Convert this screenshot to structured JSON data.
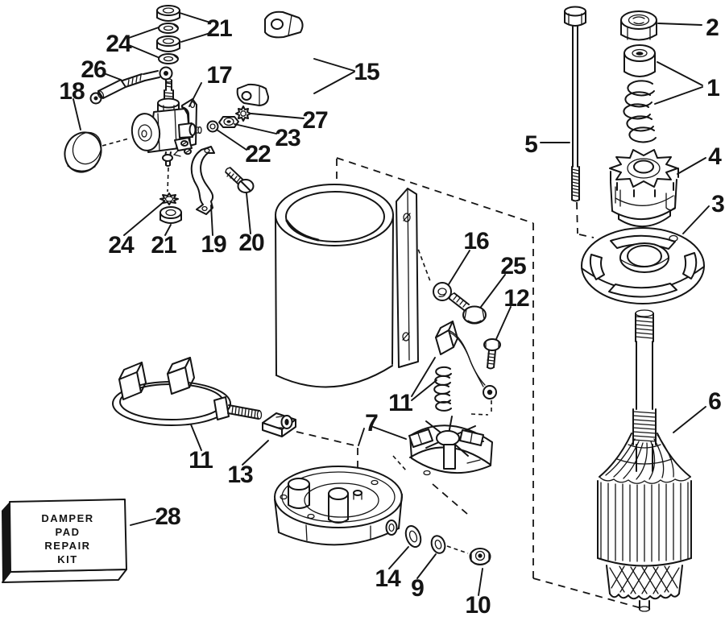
{
  "page": {
    "background": "#ffffff",
    "ink": "#141414"
  },
  "diagram": {
    "kind": "exploded-parts-line-drawing",
    "subject": "electric starter motor assembly",
    "callouts": [
      {
        "id": "nuts-top",
        "label": "21"
      },
      {
        "id": "lockwashers-top",
        "label": "24"
      },
      {
        "id": "terminal-link",
        "label": "26"
      },
      {
        "id": "solenoid",
        "label": "17"
      },
      {
        "id": "rubber-boot",
        "label": "18"
      },
      {
        "id": "cable-strap",
        "label": "15"
      },
      {
        "id": "star-washer",
        "label": "27"
      },
      {
        "id": "hex-nut-small",
        "label": "23"
      },
      {
        "id": "flat-washer-small",
        "label": "22"
      },
      {
        "id": "pinion-nut",
        "label": "2"
      },
      {
        "id": "spacer-and-spring",
        "label": "1"
      },
      {
        "id": "through-bolt",
        "label": "5"
      },
      {
        "id": "pinion-gear",
        "label": "4"
      },
      {
        "id": "spacer-plate",
        "label": "3"
      },
      {
        "id": "washer-16",
        "label": "16"
      },
      {
        "id": "screw-25",
        "label": "25"
      },
      {
        "id": "screw-12",
        "label": "12"
      },
      {
        "id": "armature",
        "label": "6"
      },
      {
        "id": "brush-and-spring",
        "label": "11"
      },
      {
        "id": "lockwasher-bottom",
        "label": "24"
      },
      {
        "id": "nut-bottom",
        "label": "21"
      },
      {
        "id": "bracket-strap",
        "label": "19"
      },
      {
        "id": "screw-20",
        "label": "20"
      },
      {
        "id": "brush-ring-set",
        "label": "11"
      },
      {
        "id": "clamp",
        "label": "13"
      },
      {
        "id": "end-cap-and-brush-plate",
        "label": "7"
      },
      {
        "id": "damper-pad-repair-kit",
        "label": "28"
      },
      {
        "id": "washer-14",
        "label": "14"
      },
      {
        "id": "washer-9",
        "label": "9"
      },
      {
        "id": "nut-10",
        "label": "10"
      }
    ],
    "kit_box": {
      "lines": [
        "DAMPER",
        "PAD",
        "REPAIR",
        "KIT"
      ]
    }
  }
}
